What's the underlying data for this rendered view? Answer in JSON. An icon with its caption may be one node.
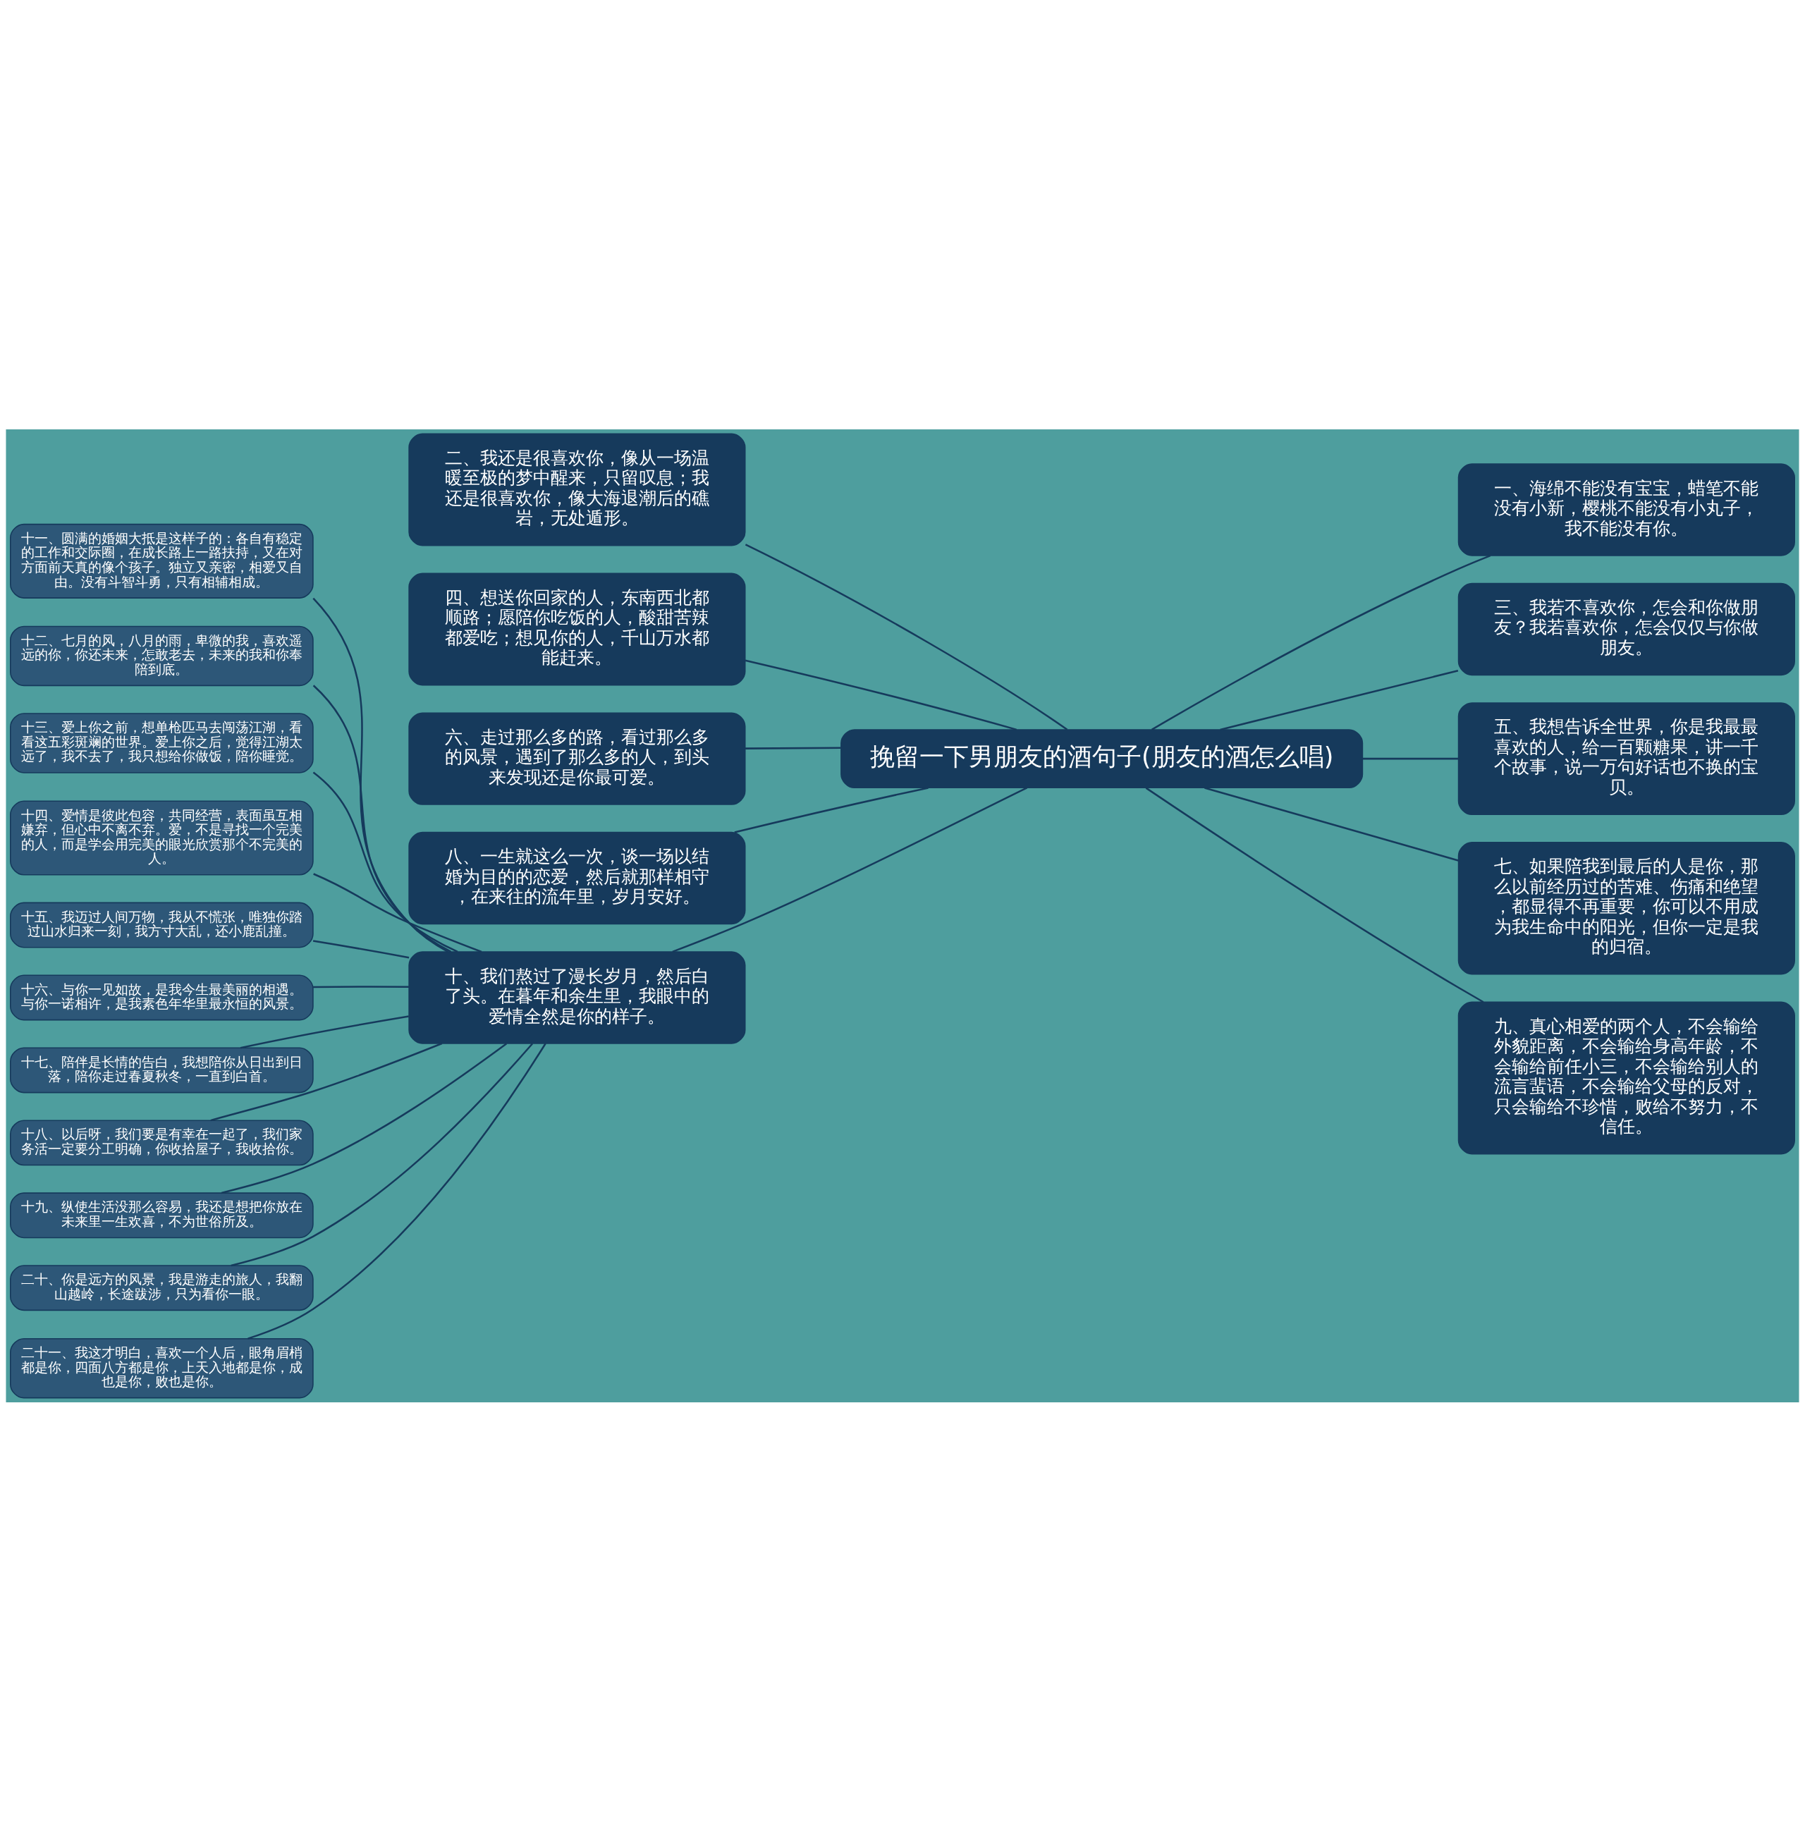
{
  "diagram": {
    "nodes": [
      {
        "text": [
          "挽留一下男朋友的酒句子(朋友的酒怎么唱)"
        ]
      },
      {
        "text": [
          "二、我还是很喜欢你，像从一场温暖至极的梦中醒来，只留叹息；我还是很喜欢你，像大海退潮后的礁岩，无处遁形。"
        ]
      },
      {
        "text": [
          "四、想送你回家的人，东南西北都顺路；愿陪你吃饭的人，酸甜苦辣都爱吃；想见你的人，千山万水都能赶来。"
        ]
      },
      {
        "text": [
          "六、走过那么多的路，看过那么多的风景，遇到了那么多的人，到头来发现还是你最可爱。"
        ]
      },
      {
        "text": [
          "八、一生就这么一次，谈一场以结婚为目的的恋爱，然后就那样相守，在来往的流年里，岁月安好。"
        ]
      },
      {
        "text": [
          "十、我们熬过了漫长岁月，然后白了头。在暮年和余生里，我眼中的爱情全然是你的样子。"
        ]
      },
      {
        "text": [
          "十一、圆满的婚姻大抵是这样子的：各自有稳定的工作和交际圈，在成长路上一路扶持，又在对方面前天真的像个孩子。独立又亲密，相爱又自由。没有斗智斗勇，只有相辅相成。"
        ]
      },
      {
        "text": [
          "十二、七月的风，八月的雨，卑微的我，喜欢遥远的你，你还未来，怎敢老去，未来的我和你奉陪到底。"
        ]
      },
      {
        "text": [
          "十三、爱上你之前，想单枪匹马去闯荡江湖，看看这五彩斑斓的世界。爱上你之后，觉得江湖太远了，我不去了，我只想给你做饭，陪你睡觉。"
        ]
      },
      {
        "text": [
          "十四、爱情是彼此包容，共同经营，表面虽互相嫌弃，但心中不离不弃。爱，不是寻找一个完美的人，而是学会用完美的眼光欣赏那个不完美的人。"
        ]
      },
      {
        "text": [
          "十五、我迈过人间万物，我从不慌张，唯独你踏过山水归来一刻，我方寸大乱，还小鹿乱撞。"
        ]
      },
      {
        "text": [
          "十六、与你一见如故，是我今生最美丽的相遇。与你一诺相许，是我素色年华里最永恒的风景。"
        ]
      },
      {
        "text": [
          "十七、陪伴是长情的告白，我想陪你从日出到日落，陪你走过春夏秋冬，一直到白首。"
        ]
      },
      {
        "text": [
          "十八、以后呀，我们要是有幸在一起了，我们家务活一定要分工明确，你收拾屋子，我收拾你。"
        ]
      },
      {
        "text": [
          "十九、纵使生活没那么容易，我还是想把你放在未来里一生欢喜，不为世俗所及。"
        ]
      },
      {
        "text": [
          "二十、你是远方的风景，我是游走的旅人，我翻山越岭，长途跋涉，只为看你一眼。"
        ]
      },
      {
        "text": [
          "二十一、我这才明白，喜欢一个人后，眼角眉梢都是你，四面八方都是你，上天入地都是你，成也是你，败也是你。"
        ]
      },
      {
        "text": [
          "一、海绵不能没有宝宝，蜡笔不能没有小新，樱桃不能没有小丸子，我不能没有你。"
        ]
      },
      {
        "text": [
          "三、我若不喜欢你，怎会和你做朋友？我若喜欢你，怎会仅仅与你做朋友。"
        ]
      },
      {
        "text": [
          "五、我想告诉全世界，你是我最最喜欢的人，给一百颗糖果，讲一千个故事，说一万句好话也不换的宝贝。"
        ]
      },
      {
        "text": [
          "七、如果陪我到最后的人是你，那么以前经历过的苦难、伤痛和绝望，都显得不再重要，你可以不用成为我生命中的阳光，但你一定是我的归宿。"
        ]
      },
      {
        "text": [
          "九、真心相爱的两个人，不会输给外貌距离，不会输给身高年龄，不会输给前任小三，不会输给别人的流言蜚语，不会输给父母的反对，只会输给不珍惜，败给不努力，不信任。"
        ]
      }
    ],
    "edges": [
      {
        "from": 0,
        "to": 1,
        "arrow": "none"
      },
      {
        "from": 0,
        "to": 2,
        "arrow": "none"
      },
      {
        "from": 0,
        "to": 3,
        "arrow": "none"
      },
      {
        "from": 0,
        "to": 4,
        "arrow": "none"
      },
      {
        "from": 0,
        "to": 5,
        "arrow": "none"
      },
      {
        "from": 5,
        "to": 6,
        "arrow": "none"
      },
      {
        "from": 5,
        "to": 7,
        "arrow": "none"
      },
      {
        "from": 5,
        "to": 8,
        "arrow": "none"
      },
      {
        "from": 5,
        "to": 9,
        "arrow": "none"
      },
      {
        "from": 5,
        "to": 10,
        "arrow": "none"
      },
      {
        "from": 5,
        "to": 11,
        "arrow": "none"
      },
      {
        "from": 5,
        "to": 12,
        "arrow": "none"
      },
      {
        "from": 5,
        "to": 13,
        "arrow": "none"
      },
      {
        "from": 5,
        "to": 14,
        "arrow": "none"
      },
      {
        "from": 5,
        "to": 15,
        "arrow": "none"
      },
      {
        "from": 5,
        "to": 16,
        "arrow": "none"
      },
      {
        "from": 0,
        "to": 17,
        "arrow": "none"
      },
      {
        "from": 0,
        "to": 18,
        "arrow": "none"
      },
      {
        "from": 0,
        "to": 19,
        "arrow": "none"
      },
      {
        "from": 0,
        "to": 20,
        "arrow": "none"
      },
      {
        "from": 0,
        "to": 21,
        "arrow": "none"
      }
    ]
  }
}
